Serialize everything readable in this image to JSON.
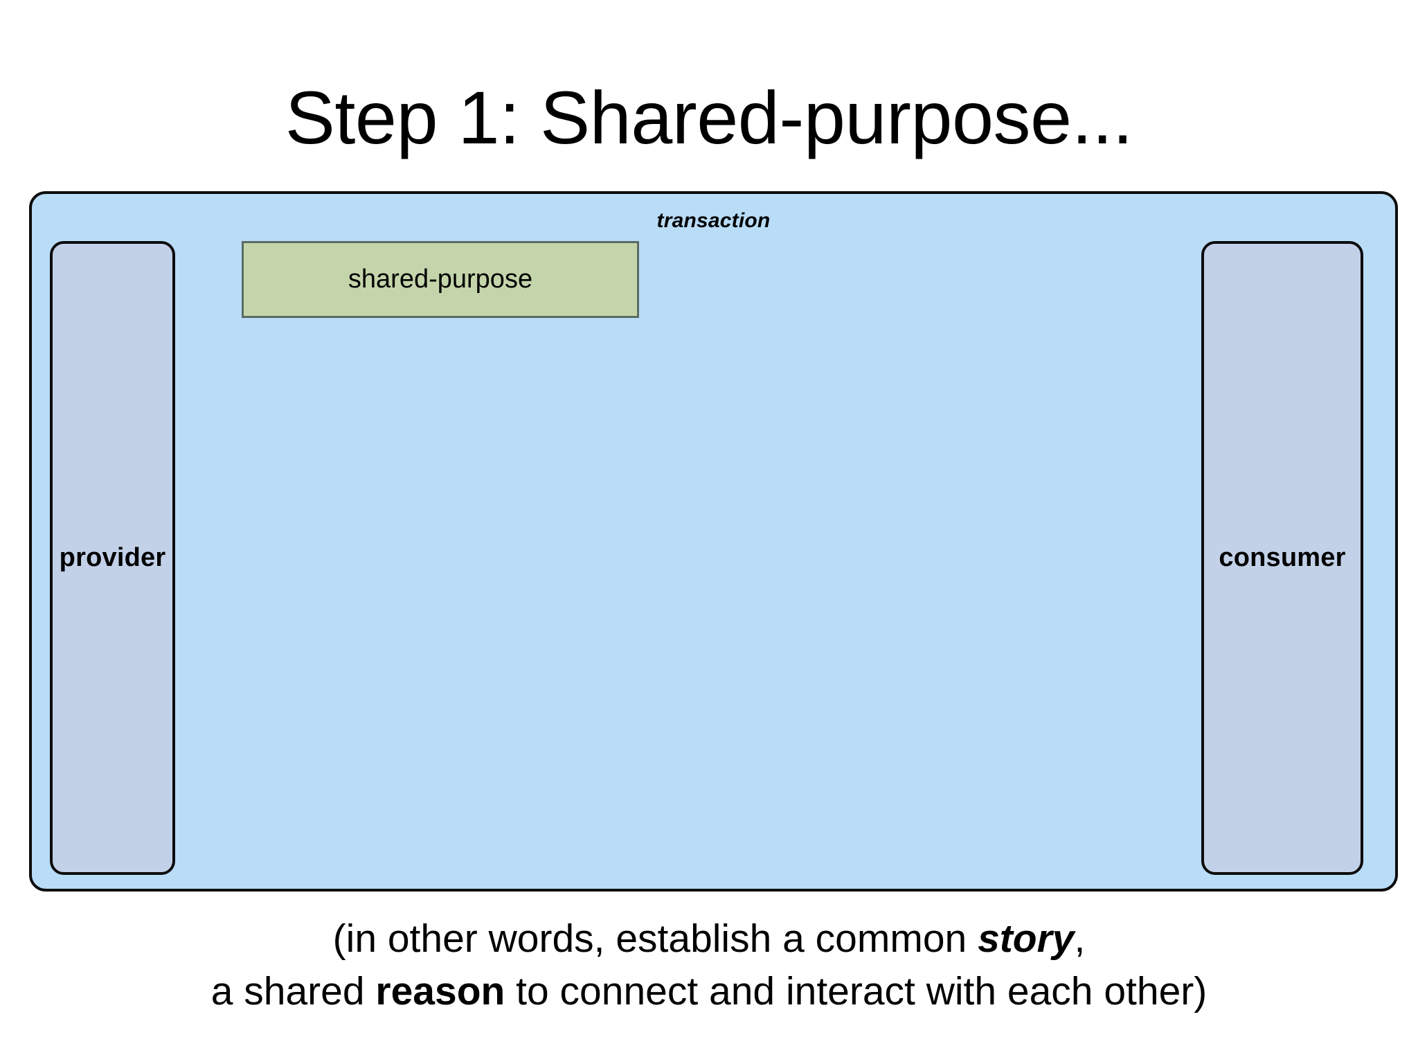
{
  "slide": {
    "title": "Step 1: Shared-purpose...",
    "background_color": "#ffffff"
  },
  "diagram": {
    "type": "nested-boxes",
    "container": {
      "label": "transaction",
      "fill_color": "#b9dcf7",
      "border_color": "#0c0c0c"
    },
    "actors": [
      {
        "name": "provider",
        "label": "provider",
        "side": "left",
        "fill_color": "#c2d1e8",
        "border_color": "#0c0c0c"
      },
      {
        "name": "consumer",
        "label": "consumer",
        "side": "right",
        "fill_color": "#c2d1e8",
        "border_color": "#0c0c0c"
      }
    ],
    "elements": [
      {
        "name": "shared-purpose",
        "label": "shared-purpose",
        "fill_color": "#c5d5ab",
        "border_color": "#5b6b63"
      }
    ]
  },
  "caption": {
    "line1_prefix": "(in other words, establish a common ",
    "line1_emphasis": "story",
    "line1_suffix": ",",
    "line2_prefix": "a shared ",
    "line2_emphasis": "reason",
    "line2_suffix": " to connect and interact with each other)"
  }
}
